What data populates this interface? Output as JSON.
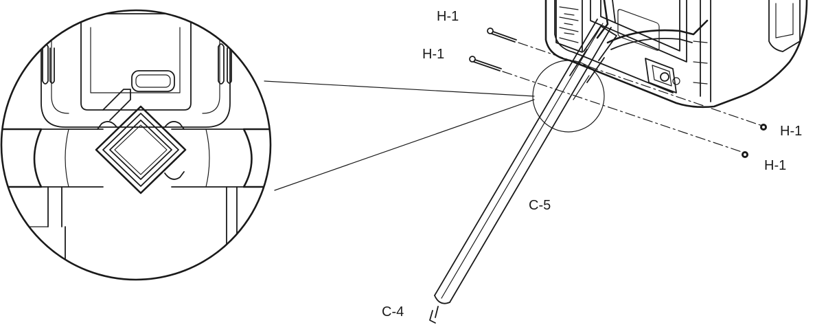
{
  "labels": {
    "h1_top": "H-1",
    "h1_second": "H-1",
    "h1_right_upper": "H-1",
    "h1_right_lower": "H-1",
    "c5": "C-5",
    "c4": "C-4"
  }
}
